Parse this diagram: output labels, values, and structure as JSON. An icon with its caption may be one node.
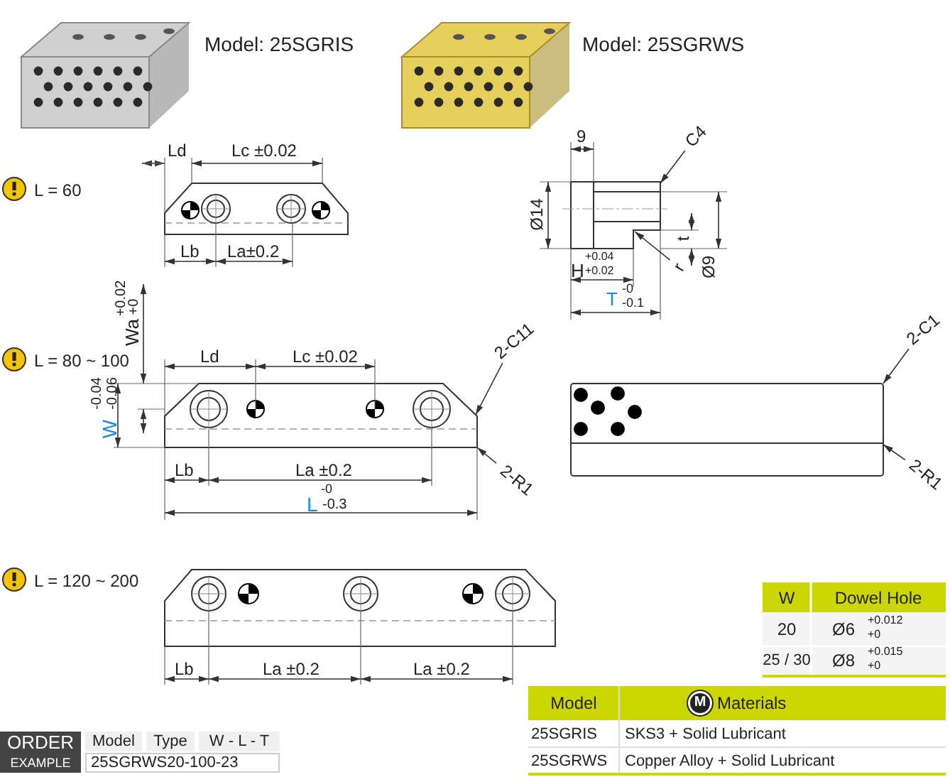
{
  "diagram": {
    "nodes": [
      {
        "text": [
          "C4"
        ]
      },
      {
        "text": [
          "r"
        ]
      },
      {
        "text": [
          "2-C11"
        ]
      },
      {
        "text": [
          "2-R1"
        ]
      },
      {
        "text": [
          "2-C1"
        ]
      },
      {
        "text": [
          "2-R1"
        ]
      },
      {
        "text": [],
        "shape": "box"
      },
      {
        "text": [],
        "shape": "box"
      },
      {
        "text": [],
        "shape": "box"
      }
    ],
    "edges": [
      {
        "from": 0,
        "to": 6,
        "arrow": "to"
      },
      {
        "from": 1,
        "to": 6,
        "arrow": "to"
      },
      {
        "from": 2,
        "to": 7,
        "arrow": "to"
      },
      {
        "from": 3,
        "to": 7,
        "arrow": "to"
      },
      {
        "from": 4,
        "to": 8,
        "arrow": "to"
      },
      {
        "from": 5,
        "to": 8,
        "arrow": "to"
      }
    ],
    "labels": [
      "Model: 25SGRIS",
      "Model: 25SGRWS",
      "L = 60",
      "Ld",
      "Lc ±0.02",
      "Lb",
      "La±0.2",
      "9",
      "Ø14",
      "H",
      "+0.04",
      "+0.02",
      "T",
      "-0",
      "-0.1",
      "t",
      "Ø9",
      "L = 80 ~ 100",
      "+0.02",
      "+0",
      "Wa",
      "-0.04",
      "-0.06",
      "W",
      "Ld",
      "Lc ±0.02",
      "Lb",
      "La ±0.2",
      "-0",
      "L",
      "-0.3",
      "L = 120 ~ 200",
      "Lb",
      "La ±0.2",
      "La ±0.2",
      "W",
      "Dowel Hole",
      "20",
      "Ø6",
      "+0.012",
      "+0",
      "25 / 30",
      "Ø8",
      "+0.015",
      "+0",
      "Model",
      "M",
      "Materials",
      "25SGRIS",
      "SKS3 + Solid Lubricant",
      "25SGRWS",
      "Copper Alloy + Solid Lubricant",
      "ORDER",
      "EXAMPLE",
      "Model",
      "Type",
      "W - L - T",
      "25SGRWS20-100-23"
    ]
  }
}
